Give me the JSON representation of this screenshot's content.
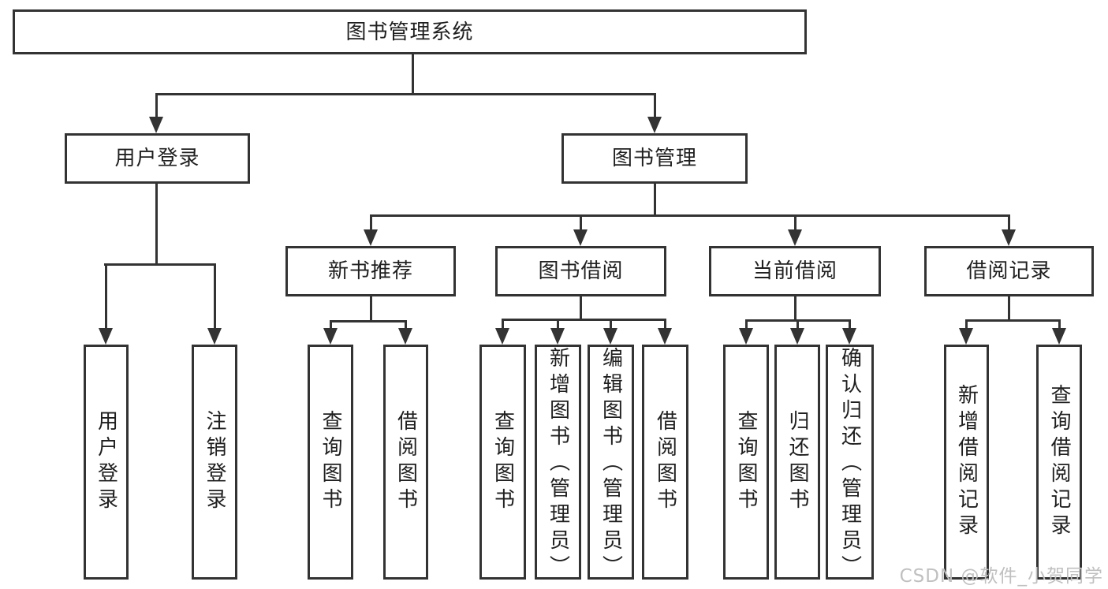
{
  "watermark": "CSDN @软件_小贺同学",
  "colors": {
    "line": "#333333",
    "text": "#1f1f1f",
    "background": "#ffffff",
    "watermark": "#c0c0c0"
  },
  "tree": {
    "label": "图书管理系统",
    "children": [
      {
        "label": "用户登录",
        "children": [
          {
            "label": "用户登录"
          },
          {
            "label": "注销登录"
          }
        ]
      },
      {
        "label": "图书管理",
        "children": [
          {
            "label": "新书推荐",
            "children": [
              {
                "label": "查询图书"
              },
              {
                "label": "借阅图书"
              }
            ]
          },
          {
            "label": "图书借阅",
            "children": [
              {
                "label": "查询图书"
              },
              {
                "label": "新增图书（管理员）"
              },
              {
                "label": "编辑图书（管理员）"
              },
              {
                "label": "借阅图书"
              }
            ]
          },
          {
            "label": "当前借阅",
            "children": [
              {
                "label": "查询图书"
              },
              {
                "label": "归还图书"
              },
              {
                "label": "确认归还（管理员）"
              }
            ]
          },
          {
            "label": "借阅记录",
            "children": [
              {
                "label": "新增借阅记录"
              },
              {
                "label": "查询借阅记录"
              }
            ]
          }
        ]
      }
    ]
  }
}
